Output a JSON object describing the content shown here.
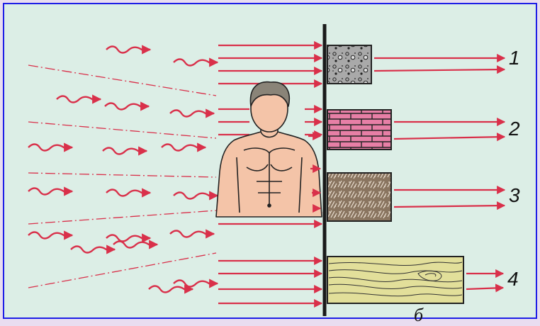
{
  "colors": {
    "background": "#dceee6",
    "frame_border": "#1e1ee6",
    "arrow_red": "#d9304a",
    "wall": "#1a1a1a",
    "skin": "#f4c4a8",
    "hair": "#8a8478",
    "concrete": "#9e9e9e",
    "brick": "#e77fa6",
    "earth": "#8a7560",
    "wood": "#e2df9a"
  },
  "icons": [
    "wavy-heat-ray-icon",
    "straight-ray-arrow-icon",
    "human-figure-icon"
  ],
  "materials": [
    {
      "label": "1",
      "kind": "concrete"
    },
    {
      "label": "2",
      "kind": "brick"
    },
    {
      "label": "3",
      "kind": "earth"
    },
    {
      "label": "4",
      "kind": "wood"
    }
  ],
  "caption": "б"
}
